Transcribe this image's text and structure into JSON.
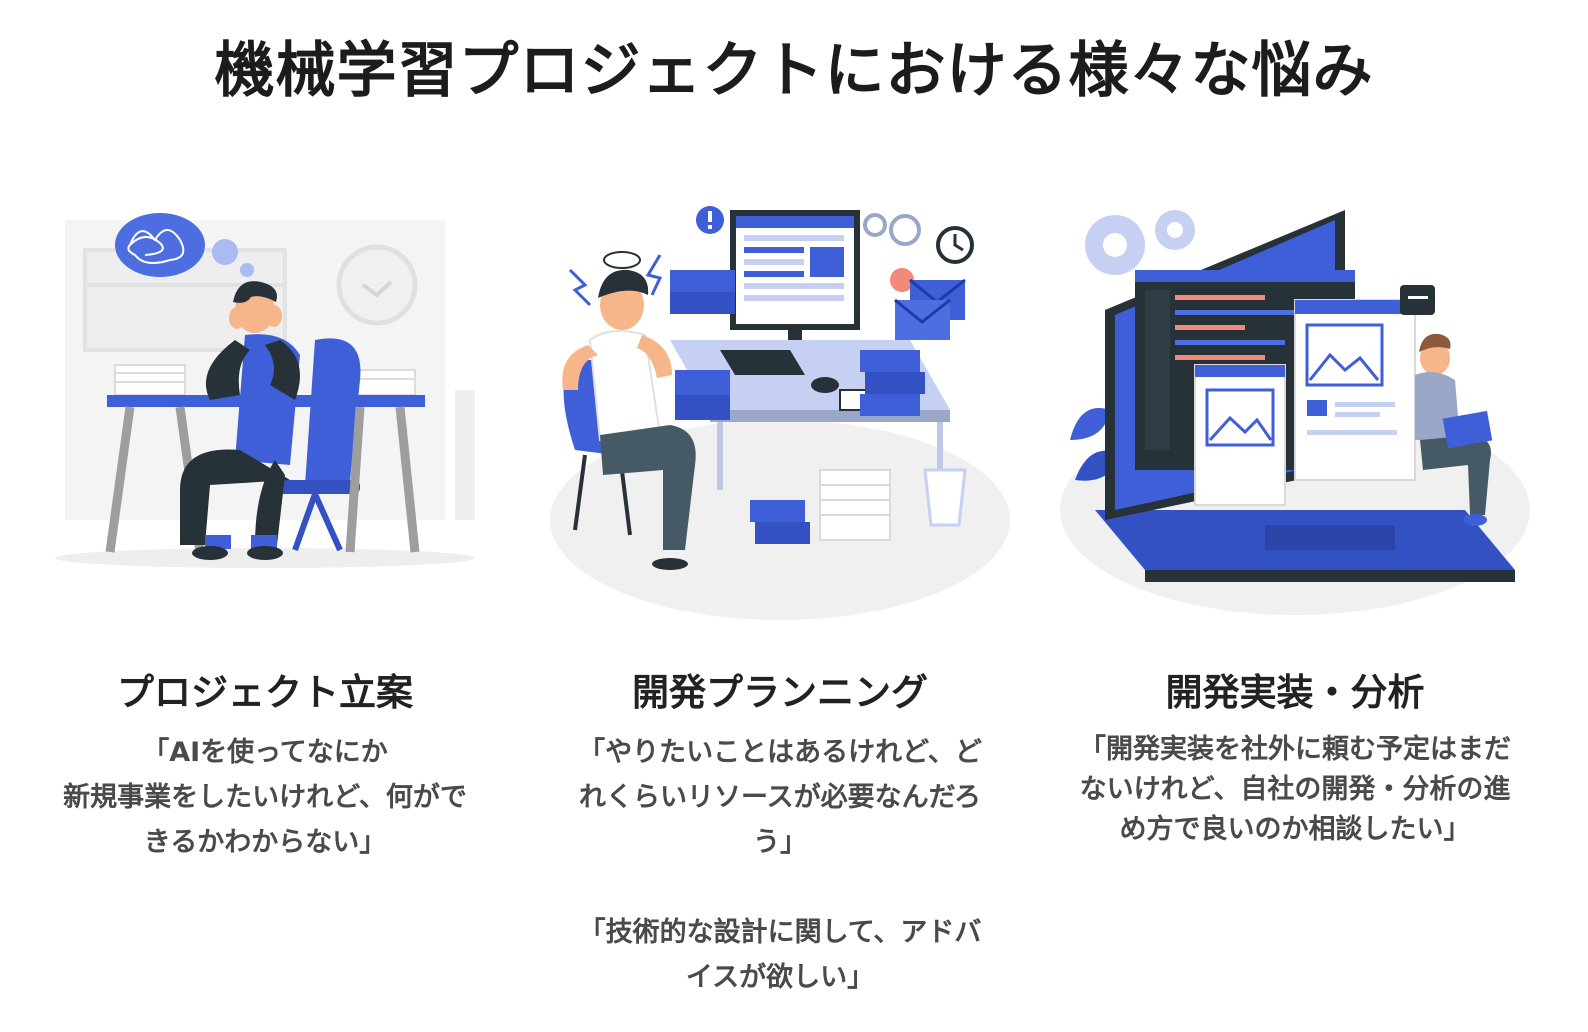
{
  "page": {
    "title": "機械学習プロジェクトにおける様々な悩み"
  },
  "theme": {
    "accent": "#3f5fd8",
    "dark": "#263238",
    "light_gray": "#ebebeb",
    "text": "#4a4a4a"
  },
  "columns": [
    {
      "heading": "プロジェクト立案",
      "illustration": "stressed-person-at-desk-illustration",
      "quotes": [
        {
          "lines": [
            "「AIを使ってなにか",
            "新規事業をしたいけれど、何がで",
            "きるかわからない」"
          ]
        }
      ]
    },
    {
      "heading": "開発プランニング",
      "illustration": "overwhelmed-worker-with-computer-illustration",
      "quotes": [
        {
          "lines": [
            "「やりたいことはあるけれど、ど",
            "れくらいリソースが必要なんだろ",
            "う」"
          ]
        },
        {
          "lines": [
            "「技術的な設計に関して、アドバ",
            "イスが欲しい」"
          ]
        }
      ]
    },
    {
      "heading": "開発実装・分析",
      "illustration": "developer-with-laptop-and-windows-illustration",
      "quotes": [
        {
          "lines": [
            "「開発実装を社外に頼む予定はまだ",
            "ないけれど、自社の開発・分析の進",
            "め方で良いのか相談したい」"
          ]
        }
      ]
    }
  ]
}
